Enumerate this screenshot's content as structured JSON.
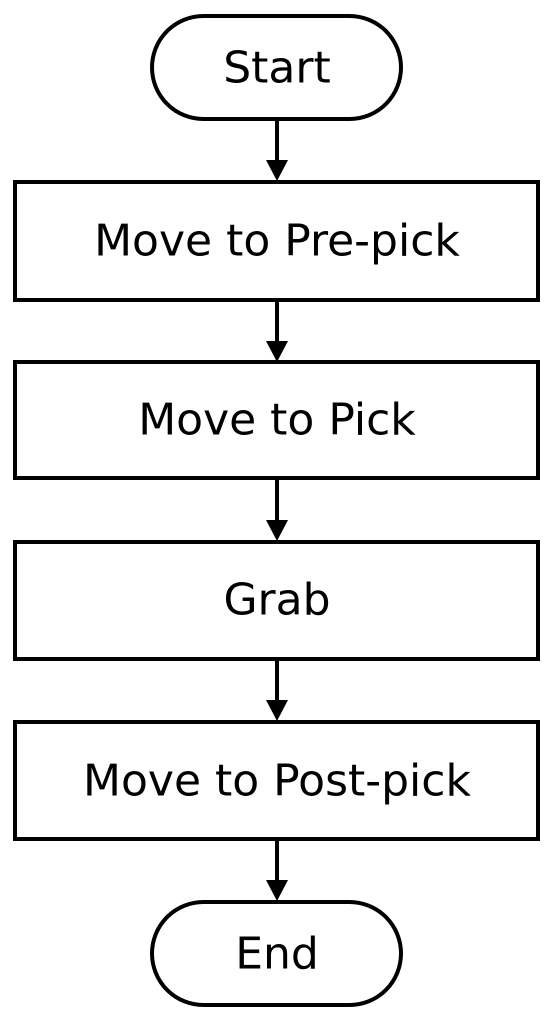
{
  "diagram": {
    "nodes": [
      {
        "id": "start",
        "shape": "terminal",
        "label": "Start"
      },
      {
        "id": "move-to-pre-pick",
        "shape": "process",
        "label": "Move to Pre-pick"
      },
      {
        "id": "move-to-pick",
        "shape": "process",
        "label": "Move to Pick"
      },
      {
        "id": "grab",
        "shape": "process",
        "label": "Grab"
      },
      {
        "id": "move-to-post-pick",
        "shape": "process",
        "label": "Move to Post-pick"
      },
      {
        "id": "end",
        "shape": "terminal",
        "label": "End"
      }
    ],
    "edges": [
      {
        "from": "start",
        "to": "move-to-pre-pick"
      },
      {
        "from": "move-to-pre-pick",
        "to": "move-to-pick"
      },
      {
        "from": "move-to-pick",
        "to": "grab"
      },
      {
        "from": "grab",
        "to": "move-to-post-pick"
      },
      {
        "from": "move-to-post-pick",
        "to": "end"
      }
    ],
    "colors": {
      "stroke": "#000000",
      "fill": "#ffffff",
      "text": "#000000"
    }
  }
}
